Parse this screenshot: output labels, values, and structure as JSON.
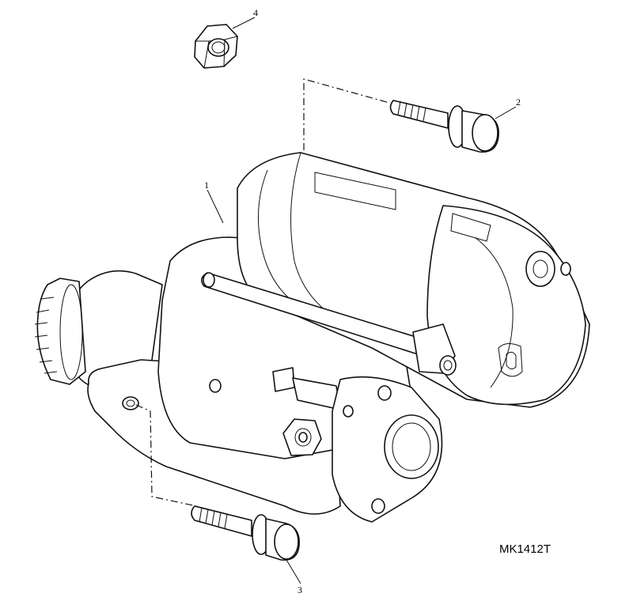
{
  "callouts": [
    {
      "id": "1",
      "label": "1"
    },
    {
      "id": "2",
      "label": "2"
    },
    {
      "id": "3",
      "label": "3"
    },
    {
      "id": "4",
      "label": "4"
    }
  ],
  "figure_ref": "MK1412T"
}
